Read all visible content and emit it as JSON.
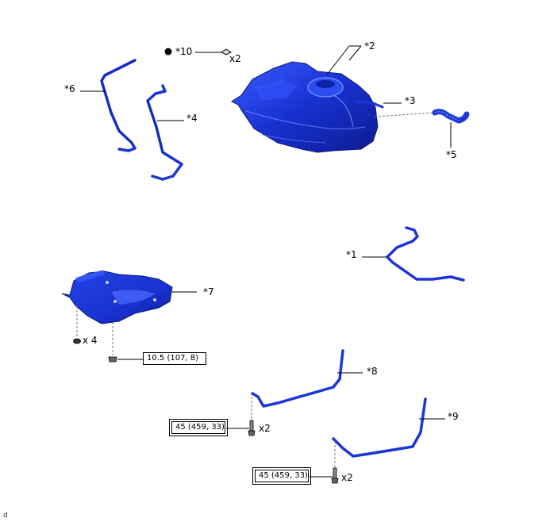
{
  "diagram": {
    "type": "exploded parts illustration",
    "parts": [
      {
        "id": "*1",
        "label": "*1"
      },
      {
        "id": "*2",
        "label": "*2"
      },
      {
        "id": "*3",
        "label": "*3"
      },
      {
        "id": "*4",
        "label": "*4"
      },
      {
        "id": "*5",
        "label": "*5"
      },
      {
        "id": "*6",
        "label": "*6"
      },
      {
        "id": "*7",
        "label": "*7"
      },
      {
        "id": "*8",
        "label": "*8"
      },
      {
        "id": "*9",
        "label": "*9"
      },
      {
        "id": "*10",
        "label": "*10"
      }
    ],
    "quantities": {
      "clip_qty": "x2",
      "nut_qty": "x 4",
      "bolt8_qty": "x2",
      "bolt9_qty": "x2"
    },
    "torque_specs": {
      "protector_bolt": "10.5 (107, 8)",
      "band8_bolt": "45 (459, 33)",
      "band9_bolt": "45 (459, 33)"
    },
    "footer_code": "d",
    "colors": {
      "part_blue": "#1b35d6",
      "part_dark": "#0a1a8a",
      "part_highlight": "#6a8cff",
      "line": "#000000",
      "dash": "#777777"
    }
  }
}
